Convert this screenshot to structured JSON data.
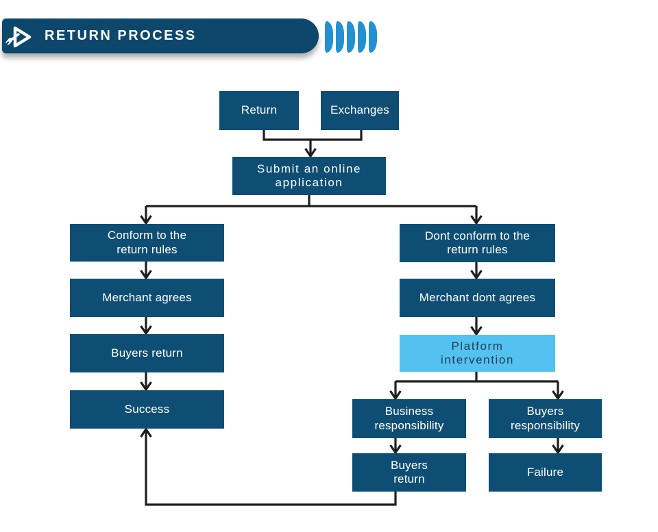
{
  "header": {
    "title": "RETURN PROCESS",
    "logo_icon": "play-triangle-with-wrench",
    "accent_shape_count": 5
  },
  "colors": {
    "header_bar": "#0d476b",
    "accent_blue": "#2191d3",
    "node_fill": "#0f4e74",
    "node_text": "#ffffff",
    "highlight_fill": "#54c2f0",
    "highlight_text": "#1d3e52",
    "connector": "#1e1e1e"
  },
  "flowchart": {
    "nodes": [
      {
        "id": "return",
        "label": "Return"
      },
      {
        "id": "exchanges",
        "label": "Exchanges"
      },
      {
        "id": "submit",
        "label": "Submit an online\napplication"
      },
      {
        "id": "conform",
        "label": "Conform to the\nreturn rules"
      },
      {
        "id": "merchant-agrees",
        "label": "Merchant agrees"
      },
      {
        "id": "buyers-return-left",
        "label": "Buyers return"
      },
      {
        "id": "success",
        "label": "Success"
      },
      {
        "id": "dont-conform",
        "label": "Dont conform to the\nreturn rules"
      },
      {
        "id": "merchant-dont-agrees",
        "label": "Merchant dont agrees"
      },
      {
        "id": "platform-intervention",
        "label": "Platform\nintervention",
        "highlighted": true
      },
      {
        "id": "business-responsibility",
        "label": "Business\nresponsibility"
      },
      {
        "id": "buyers-responsibility",
        "label": "Buyers\nresponsibility"
      },
      {
        "id": "buyers-return-bottom",
        "label": "Buyers\nreturn"
      },
      {
        "id": "failure",
        "label": "Failure"
      }
    ],
    "edges": [
      "return -> submit",
      "exchanges -> submit",
      "submit -> conform",
      "submit -> dont-conform",
      "conform -> merchant-agrees",
      "merchant-agrees -> buyers-return-left",
      "buyers-return-left -> success",
      "dont-conform -> merchant-dont-agrees",
      "merchant-dont-agrees -> platform-intervention",
      "platform-intervention -> business-responsibility",
      "platform-intervention -> buyers-responsibility",
      "business-responsibility -> buyers-return-bottom",
      "buyers-responsibility -> failure",
      "buyers-return-bottom -> success"
    ]
  }
}
